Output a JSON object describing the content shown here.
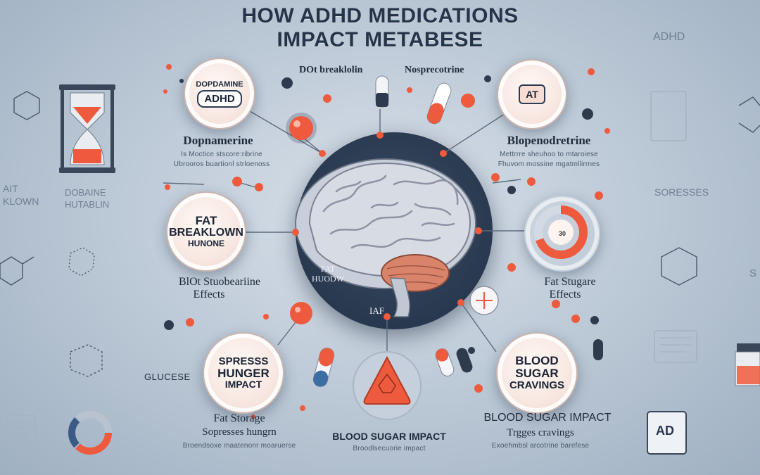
{
  "title": {
    "line1": "HOW ADHD MEDICATIONS",
    "line2": "IMPACT METABESE"
  },
  "top_labels": {
    "left": "DOt breaklolin",
    "right": "Nosprecotrine"
  },
  "nodes": {
    "top_left": {
      "line1": "DOPDAMINE",
      "line2": "ADHD"
    },
    "top_right": {
      "label": "AT"
    },
    "mid_left": {
      "line1": "FAT",
      "line2": "BREAKLOWN",
      "line3": "HUNONE"
    },
    "mid_right": {
      "label": "30"
    },
    "bottom_left": {
      "line1": "SPRESSS",
      "line2": "HUNGER",
      "line3": "IMPACT"
    },
    "bottom_right": {
      "line1": "BLOOD",
      "line2": "SUGAR",
      "line3": "CRAVINGS"
    }
  },
  "labels": {
    "dopamine_title": "Dopnamerine",
    "dopamine_sub1": "Is Moctice stscore:ribrine",
    "dopamine_sub2": "Ubrooros buartionl strloenoss",
    "bloop_title": "Blopenodretrine",
    "bloop_sub1": "Mettrrre sheuhoo to mtaroiese",
    "bloop_sub2": "Fhuvom mossine mgatmllirrnes",
    "blot_line1": "BlOt Stuobeariine",
    "blot_line2": "Effects",
    "fat_sugar_line1": "Fat Stugare",
    "fat_sugar_line2": "Effects",
    "glucose": "GLUCESE",
    "fat_storage": "Fat Storage",
    "suppresses": "Sopresses hungrn",
    "fat_storage_sub": "Broendsoxe maatenonr moaruerse",
    "bsi_center": "BLOOD SUGAR IMPACT",
    "bsi_center_sub": "Broodlsecuorie impact",
    "bsi_right": "BLOOD SUGAR IMPACT",
    "triggers": "Trgges cravings",
    "triggers_sub": "Exoehmbsl arcotrine barefese"
  },
  "brain_overlay": {
    "fat_hudow_1": "FAT",
    "fat_hudow_2": "HUODW",
    "iaf": "IAF"
  },
  "left_panel": {
    "ait": "AIT",
    "klown": "KLOWN",
    "dobaine": "DOBAINE",
    "hutablin": "HUTABLIN"
  },
  "right_panel": {
    "adhd": "ADHD",
    "soresses": "SORESSES",
    "ad_box": "AD",
    "s_fragment": "S"
  },
  "colors": {
    "accent": "#ee5a3d",
    "dark": "#2a3a50",
    "background": "#c3cfdb"
  }
}
